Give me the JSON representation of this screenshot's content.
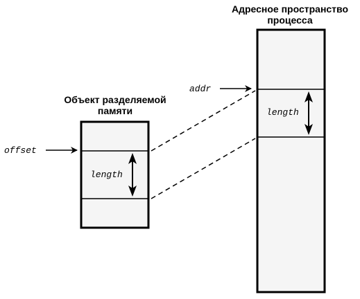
{
  "shared_object": {
    "title_line1": "Объект  разделяемой",
    "title_line2": "памяти",
    "offset_label": "offset",
    "length_label": "length"
  },
  "address_space": {
    "title_line1": "Адресное  пространство",
    "title_line2": "процесса",
    "addr_label": "addr",
    "length_label": "length"
  },
  "colors": {
    "box_fill": "#f5f5f5",
    "stroke": "#000000"
  }
}
